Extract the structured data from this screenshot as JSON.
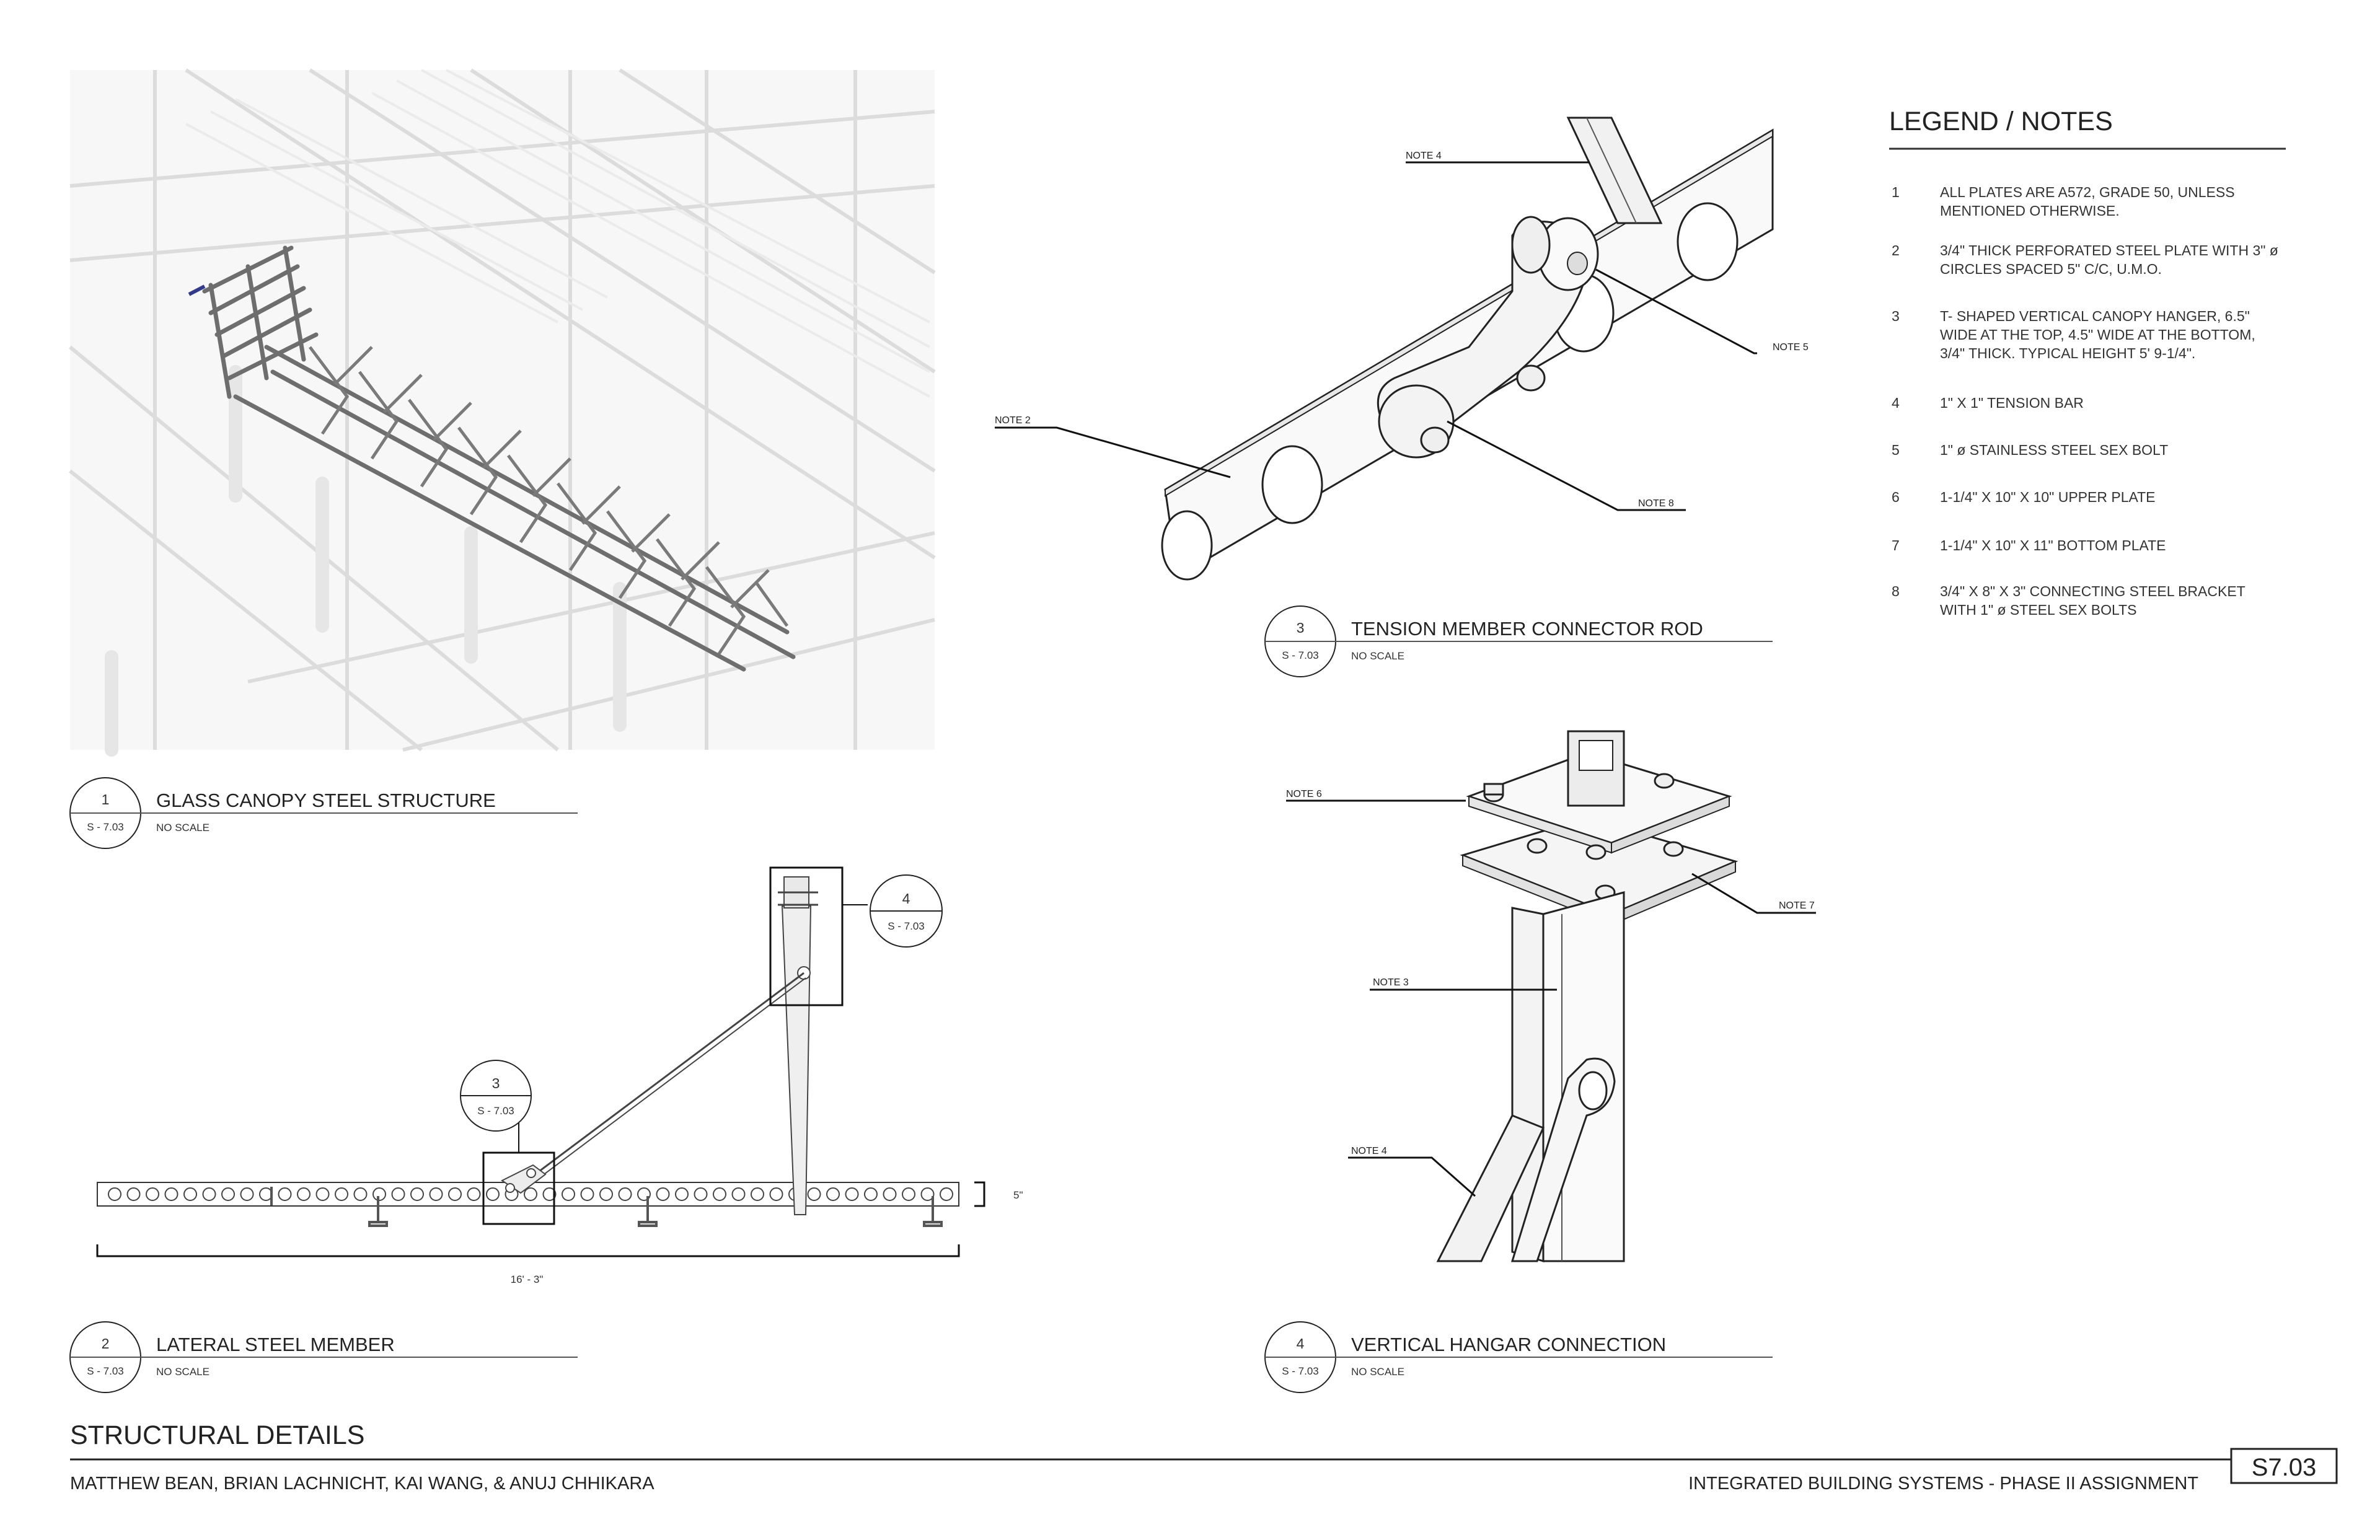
{
  "legend": {
    "title": "LEGEND / NOTES",
    "items": [
      {
        "num": "1",
        "lines": [
          "ALL PLATES ARE A572, GRADE 50, UNLESS",
          "MENTIONED OTHERWISE."
        ]
      },
      {
        "num": "2",
        "lines": [
          "3/4\" THICK PERFORATED STEEL PLATE WITH 3\" ø",
          "CIRCLES SPACED 5\" C/C, U.M.O."
        ]
      },
      {
        "num": "3",
        "lines": [
          "T- SHAPED VERTICAL CANOPY HANGER, 6.5\"",
          "WIDE AT THE TOP, 4.5\" WIDE AT THE BOTTOM,",
          "3/4\" THICK. TYPICAL HEIGHT 5' 9-1/4\"."
        ]
      },
      {
        "num": "4",
        "lines": [
          "1\" X 1\" TENSION BAR"
        ]
      },
      {
        "num": "5",
        "lines": [
          "1\" ø STAINLESS STEEL SEX BOLT"
        ]
      },
      {
        "num": "6",
        "lines": [
          "1-1/4\" X 10\" X 10\" UPPER PLATE"
        ]
      },
      {
        "num": "7",
        "lines": [
          "1-1/4\" X 10\" X 11\" BOTTOM PLATE"
        ]
      },
      {
        "num": "8",
        "lines": [
          "3/4\" X 8\" X 3\" CONNECTING STEEL BRACKET",
          "WITH 1\" ø STEEL SEX BOLTS"
        ]
      }
    ]
  },
  "details": [
    {
      "num": "1",
      "ref": "S - 7.03",
      "title": "GLASS CANOPY STEEL STRUCTURE",
      "scale": "NO SCALE"
    },
    {
      "num": "2",
      "ref": "S - 7.03",
      "title": "LATERAL STEEL MEMBER",
      "scale": "NO SCALE"
    },
    {
      "num": "3",
      "ref": "S - 7.03",
      "title": "TENSION MEMBER CONNECTOR ROD",
      "scale": "NO SCALE"
    },
    {
      "num": "4",
      "ref": "S - 7.03",
      "title": "VERTICAL HANGAR CONNECTION",
      "scale": "NO SCALE"
    }
  ],
  "callouts": {
    "c3": {
      "num": "3",
      "ref": "S - 7.03"
    },
    "c4": {
      "num": "4",
      "ref": "S - 7.03"
    }
  },
  "dimensions": {
    "length": "16' - 3\"",
    "height": "5\""
  },
  "notes": {
    "d3": {
      "note4": "NOTE 4",
      "note5": "NOTE 5",
      "note2": "NOTE 2",
      "note8": "NOTE 8"
    },
    "d4": {
      "note6": "NOTE 6",
      "note7": "NOTE 7",
      "note3": "NOTE 3",
      "note4": "NOTE 4"
    }
  },
  "footer": {
    "sheet_title": "STRUCTURAL DETAILS",
    "authors": "MATTHEW BEAN, BRIAN LACHNICHT, KAI WANG, & ANUJ CHHIKARA",
    "course": "INTEGRATED BUILDING SYSTEMS - PHASE II ASSIGNMENT",
    "sheet_number": "S7.03"
  }
}
